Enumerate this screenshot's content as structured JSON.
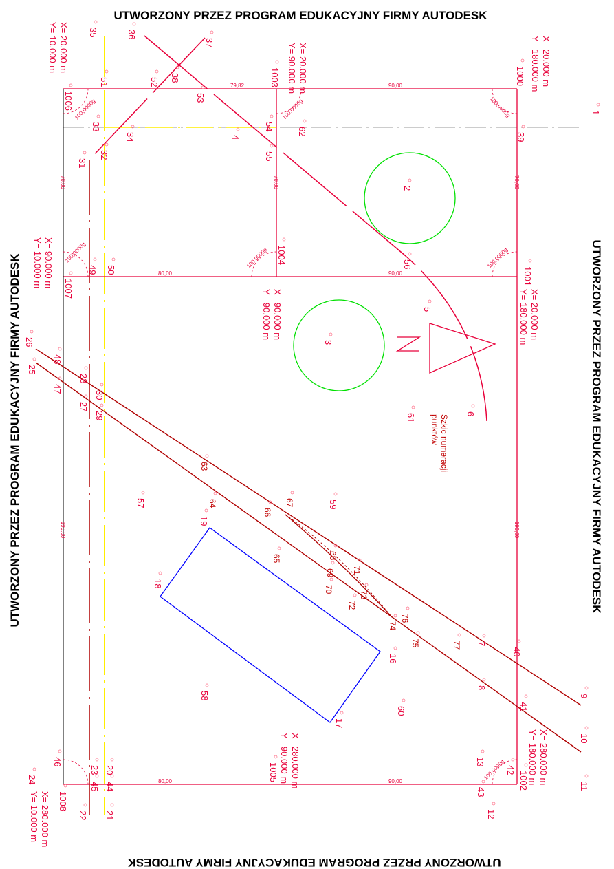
{
  "title": "UTWORZONY PRZEZ PROGRAM EDUKACYJNY FIRMY AUTODESK",
  "sketch_note": [
    "Szkic numeracji",
    "punktów"
  ],
  "coordinates": [
    [
      "X= 20.000 m",
      "Y= 10.000 m"
    ],
    [
      "X= 20.000 m",
      "Y= 90.000 m"
    ],
    [
      "X= 20.000 m",
      "Y= 180.000 m"
    ],
    [
      "X= 90.000 m",
      "Y= 10.000 m"
    ],
    [
      "X= 90.000 m",
      "Y= 90.000 m"
    ],
    [
      "X= 20.000 m",
      "Y= 180.000 m"
    ],
    [
      "X= 280.000 m",
      "Y= 180.000 m"
    ],
    [
      "X= 280.000 m",
      "Y= 90.000 m"
    ],
    [
      "X= 280.000 m",
      "Y= 10.000 m"
    ]
  ],
  "dimensions": [
    "79,82",
    "90,00",
    "70,00",
    "70,00",
    "70,00",
    "80,00",
    "90,00",
    "190,00",
    "190,00",
    "80,00",
    "90,00"
  ],
  "angles": [
    "100,0000g",
    "100,0000g",
    "100,0000g",
    "100,0000g",
    "100,0000g",
    "100,0000g",
    "100,0000g"
  ],
  "points": [
    "1",
    "2",
    "3",
    "4",
    "5",
    "6",
    "7",
    "8",
    "9",
    "10",
    "11",
    "12",
    "13",
    "16",
    "17",
    "18",
    "19",
    "20",
    "21",
    "22",
    "23",
    "24",
    "25",
    "26",
    "27",
    "28",
    "29",
    "30",
    "31",
    "32",
    "33",
    "34",
    "35",
    "36",
    "37",
    "38",
    "39",
    "40",
    "41",
    "42",
    "43",
    "44",
    "45",
    "46",
    "47",
    "48",
    "49",
    "50",
    "51",
    "52",
    "53",
    "54",
    "55",
    "56",
    "57",
    "58",
    "59",
    "60",
    "61",
    "62",
    "63",
    "64",
    "65",
    "66",
    "67",
    "68",
    "69",
    "70",
    "71",
    "72",
    "73",
    "74",
    "75",
    "76",
    "77",
    "1000",
    "1001",
    "1002",
    "1003",
    "1004",
    "1005",
    "1006",
    "1007",
    "1008"
  ],
  "colors": {
    "red": "#e8003a",
    "darkred": "#b00000",
    "green": "#00e000",
    "blue": "#0000ff",
    "yellow": "#ffee00"
  }
}
